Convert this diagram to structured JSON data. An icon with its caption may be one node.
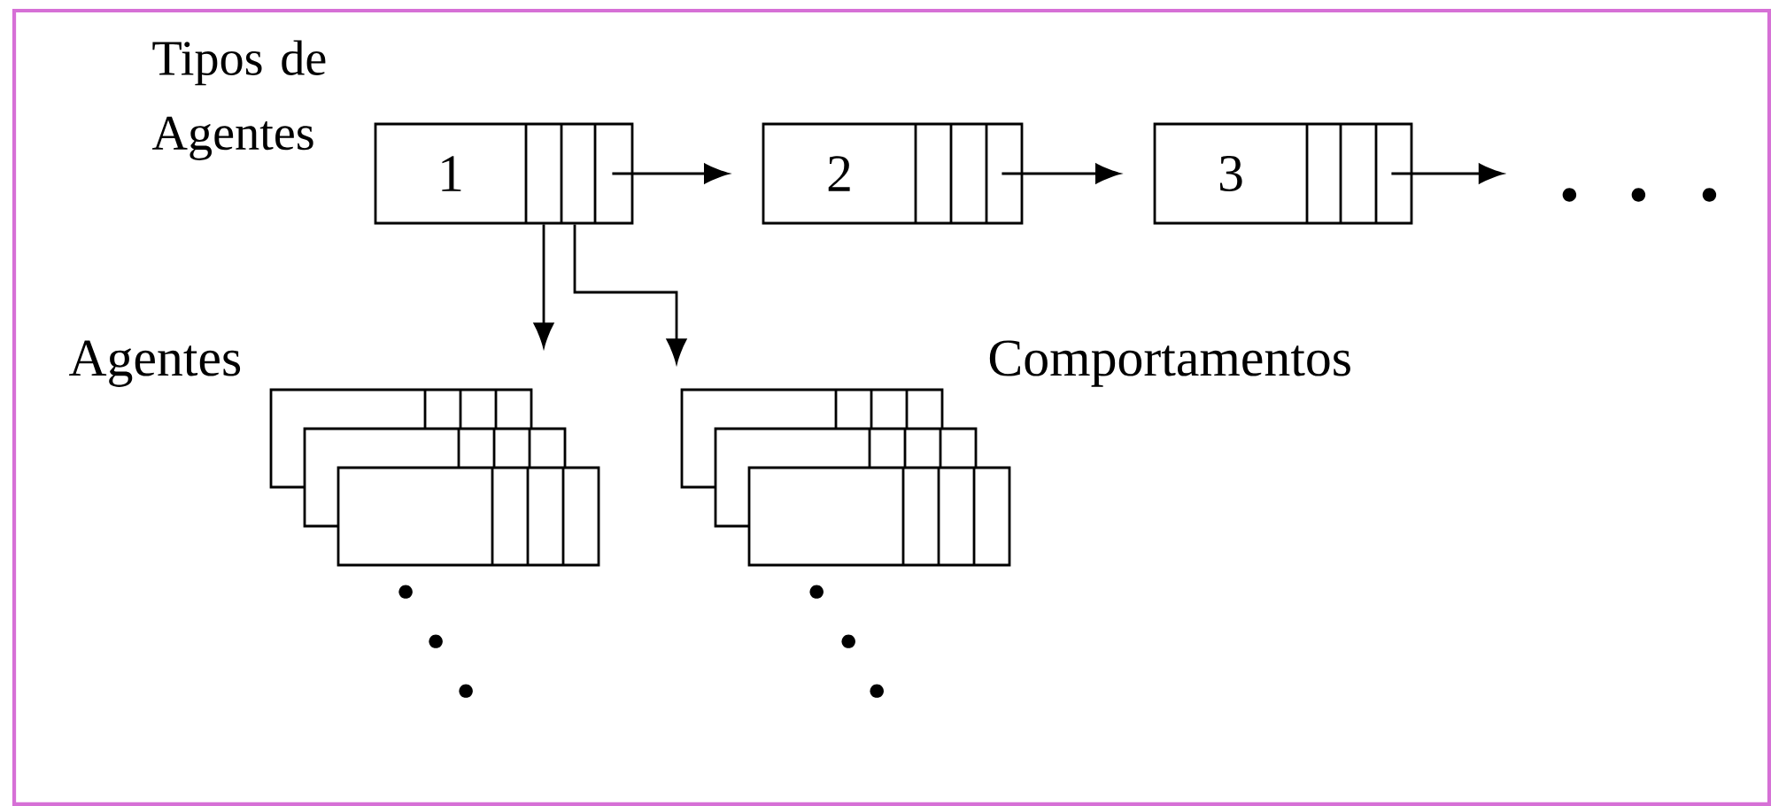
{
  "diagram": {
    "nodes": [
      {
        "text": [
          "1"
        ],
        "beside": [
          "Tipos de Agentes"
        ]
      },
      {
        "text": [
          "2"
        ]
      },
      {
        "text": [
          "3"
        ]
      },
      {
        "text": [],
        "shape": "box",
        "beside": [
          "Agentes"
        ]
      },
      {
        "text": [],
        "shape": "box",
        "beside": [
          "Comportamentos"
        ]
      }
    ],
    "edges": [
      {
        "from": 0,
        "to": 1,
        "arrow": "to"
      },
      {
        "from": 1,
        "to": 2,
        "arrow": "to"
      },
      {
        "from": 2,
        "to": null,
        "arrow": "to"
      },
      {
        "from": 0,
        "to": 3,
        "arrow": "to"
      },
      {
        "from": 0,
        "to": 4,
        "arrow": "to"
      }
    ]
  }
}
